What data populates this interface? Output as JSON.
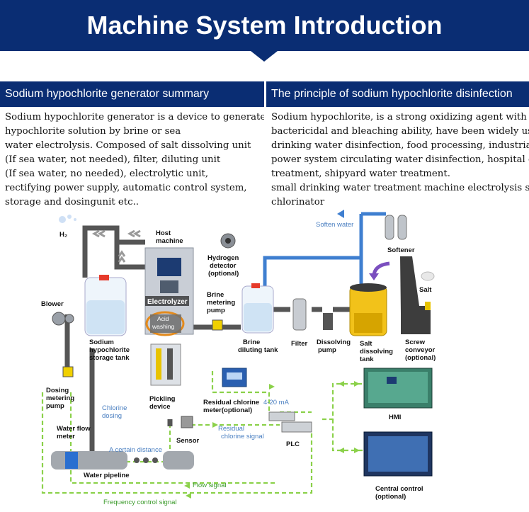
{
  "banner": {
    "title": "Machine System Introduction"
  },
  "left_section": {
    "heading": "Sodium hypochlorite generator summary",
    "lines": [
      "Sodium hypochlorite generator is a device to generate sodium",
      "hypochlorite solution by brine or sea",
      "water electrolysis. Composed of salt dissolving unit",
      "(If sea water, not needed), filter, diluting unit",
      "(If sea water, no needed), electrolytic unit,",
      "rectifying power supply, automatic control system,",
      "storage and dosingunit etc.."
    ]
  },
  "right_section": {
    "heading": "The principle of sodium hypochlorite disinfection",
    "lines": [
      "Sodium hypochlorite, is a strong oxidizing agent with strong",
      "bactericidal and bleaching ability, have been widely using in",
      "drinking water disinfection, food processing, industrial or",
      "power system circulating water disinfection, hospital or sewage",
      "treatment, shipyard water treatment.",
      "small drinking water treatment machine electrolysis salt water",
      "chlorinator"
    ]
  },
  "diagram": {
    "h2": "H₂",
    "host_machine": [
      "Host",
      "machine"
    ],
    "hydrogen_detector": [
      "Hydrogen",
      "detector",
      "(optional)"
    ],
    "soften_water": "Soften water",
    "softener": "Softener",
    "salt": "Salt",
    "blower": "Blower",
    "electrolyzer": "Electrolyzer",
    "acid_washing": [
      "Acid",
      "washing"
    ],
    "brine_metering_pump": [
      "Brine",
      "metering",
      "pump"
    ],
    "storage_tank": [
      "Sodium",
      "hypochlorite",
      "storage tank"
    ],
    "brine_diluting_tank": [
      "Brine",
      "diluting tank"
    ],
    "filter": "Filter",
    "dissolving_pump": [
      "Dissolving",
      "pump"
    ],
    "salt_dissolving_tank": [
      "Salt",
      "dissolving",
      "tank"
    ],
    "screw_conveyor": [
      "Screw",
      "conveyor",
      "(optional)"
    ],
    "pickling_device": [
      "Pickling",
      "device"
    ],
    "dosing_metering_pump": [
      "Dosing",
      "metering",
      "pump"
    ],
    "chlorine_dosing": [
      "Chlorine",
      "dosing"
    ],
    "residual_chlorine_meter": [
      "Residual chlorine",
      "meter(optional)"
    ],
    "current_signal": "4-20 mA",
    "hmi": "HMI",
    "water_flow_meter": [
      "Water flow",
      "meter"
    ],
    "sensor": "Sensor",
    "residual_chlorine_signal": [
      "Residual",
      "chlorine signal"
    ],
    "plc": "PLC",
    "certain_distance": "A certain distance",
    "water_pipeline": "Water pipeline",
    "flow_signal": "Flow signal",
    "central_control": [
      "Central control",
      "(optional)"
    ],
    "frequency_control_signal": "Frequency control signal"
  },
  "colors": {
    "navy": "#0a2d73",
    "pipe_blue": "#3f7fd0",
    "signal_green": "#8bd14a",
    "pipe_gray": "#555555"
  }
}
